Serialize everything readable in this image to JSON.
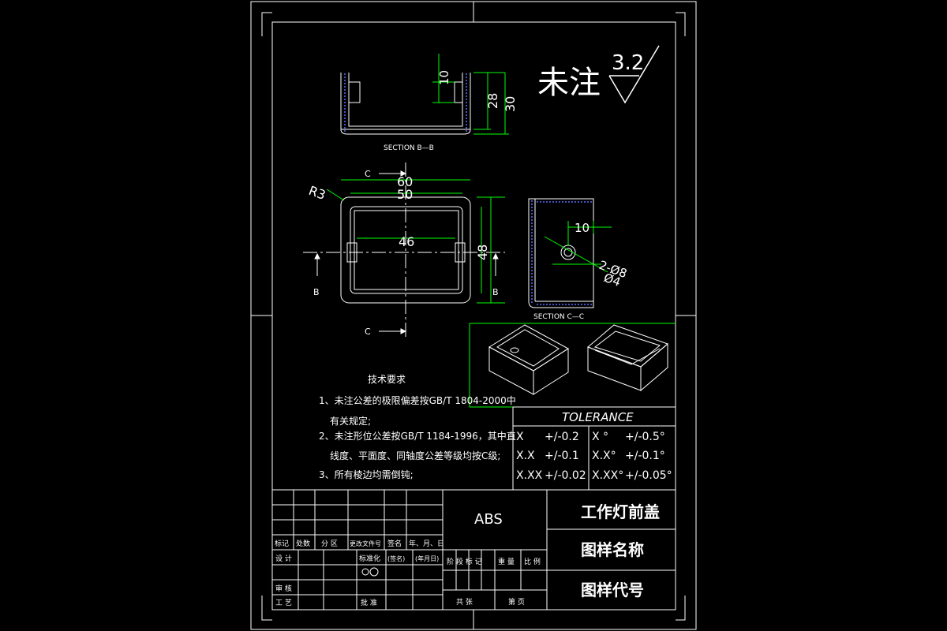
{
  "note": {
    "label": "未注",
    "roughness": "3.2"
  },
  "sections": {
    "bb": "SECTION B—B",
    "cc": "SECTION C—C",
    "cut_c": "C",
    "cut_b": "B"
  },
  "dims": {
    "d10": "10",
    "d28": "28",
    "d30": "30",
    "d60": "60",
    "d50": "50",
    "d46": "46",
    "d48": "48",
    "r3": "R3",
    "d10b": "10",
    "phi8": "2-Ø8",
    "phi4": "Ø4"
  },
  "tech": {
    "title": "技术要求",
    "lines": [
      "1、未注公差的极限偏差按GB/T 1804-2000中",
      "有关规定;",
      "2、未注形位公差按GB/T 1184-1996，其中直",
      "线度、平面度、同轴度公差等级均按C级;",
      "3、所有棱边均需倒钝;"
    ]
  },
  "tolerance": {
    "title": "TOLERANCE",
    "rows": [
      [
        "X",
        "+/-0.2",
        "X °",
        "+/-0.5°"
      ],
      [
        "X.X",
        "+/-0.1",
        "X.X°",
        "+/-0.1°"
      ],
      [
        "X.XX",
        "+/-0.02",
        "X.XX°",
        "+/-0.05°"
      ]
    ]
  },
  "title_block": {
    "material": "ABS",
    "part_name": "工作灯前盖",
    "drawing_name": "图样名称",
    "drawing_code": "图样代号",
    "rev_headers": [
      "标记",
      "处数",
      "分 区",
      "更改文件号",
      "签名",
      "年、月、日"
    ],
    "row_design": [
      "设 计",
      "标准化",
      "(签名)",
      "(年月日)"
    ],
    "row_review": "审 核",
    "row_process": "工 艺",
    "row_approve": "批 准",
    "stage_headers": [
      "阶 段 标 记",
      "重 量",
      "比 例"
    ],
    "sheet_row": [
      "共 张",
      "第 页"
    ]
  },
  "colors": {
    "line": "#ffffff",
    "dim": "#00ff00",
    "hatch": "#5a6cff"
  }
}
